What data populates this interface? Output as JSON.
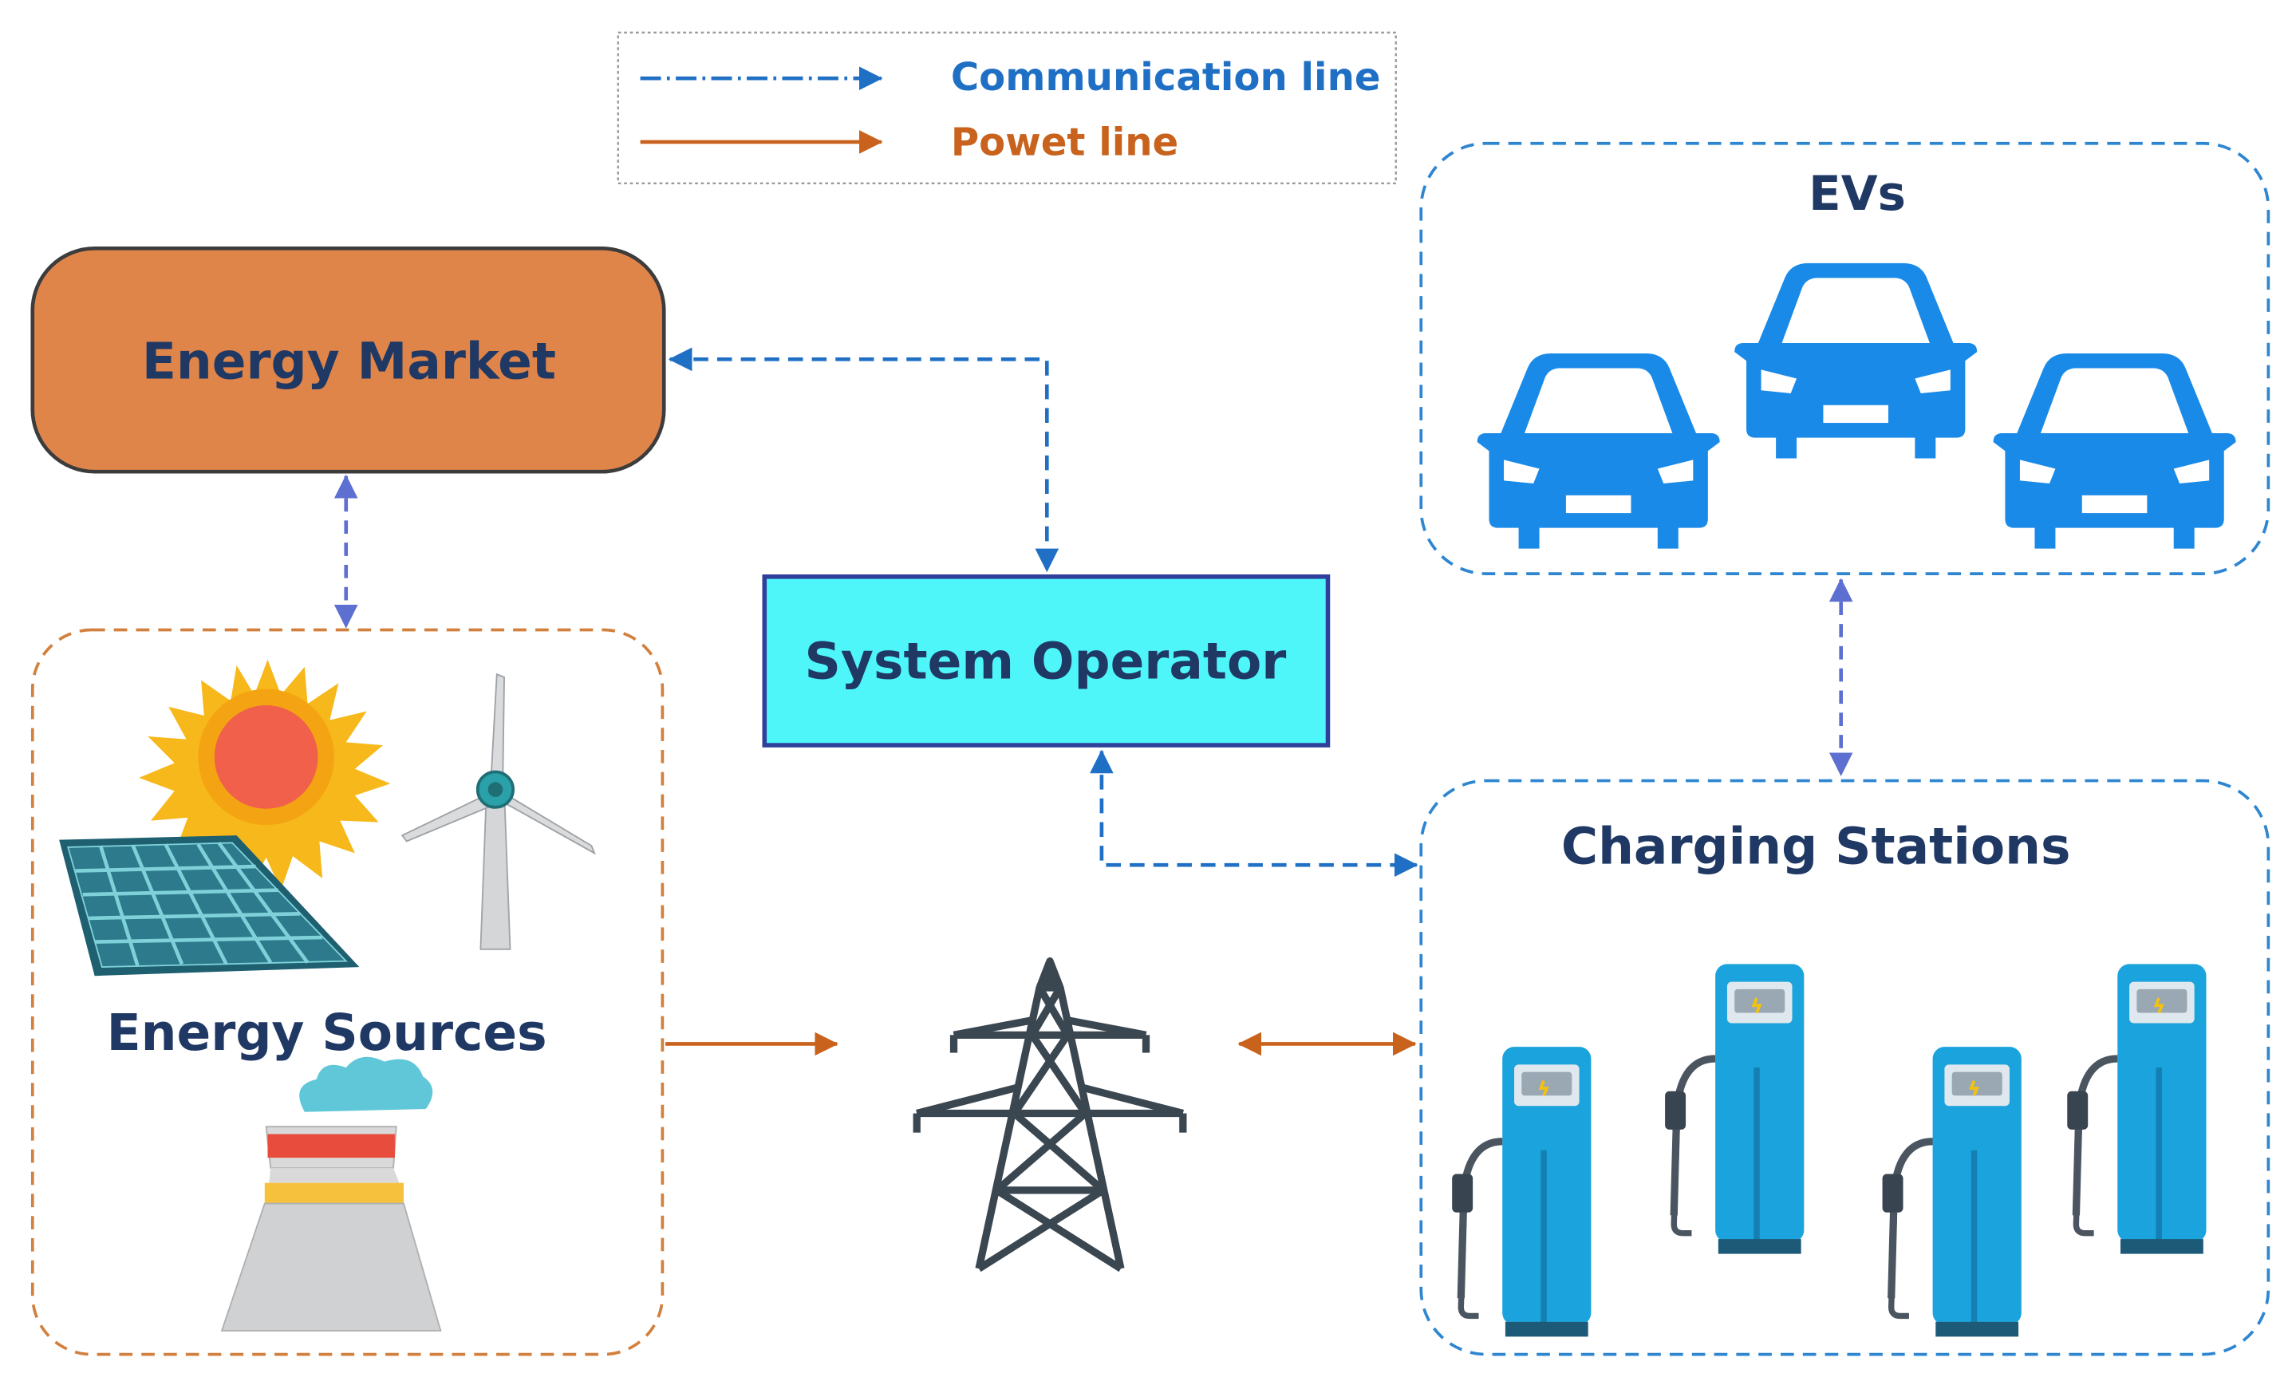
{
  "legend": {
    "communication_label": "Communication line",
    "power_label": "Powet line"
  },
  "nodes": {
    "energy_market": "Energy Market",
    "system_operator": "System Operator",
    "evs": "EVs",
    "charging_stations": "Charging Stations",
    "energy_sources": "Energy Sources"
  },
  "colors": {
    "communication": "#1f6fc5",
    "power": "#c8621c",
    "market_fill": "#e0854a",
    "operator_fill": "#4ef6fa",
    "ev_blue": "#1a8ae8",
    "station_blue": "#1aa3dc",
    "label_text": "#1f3864",
    "tower": "#3a4650"
  }
}
